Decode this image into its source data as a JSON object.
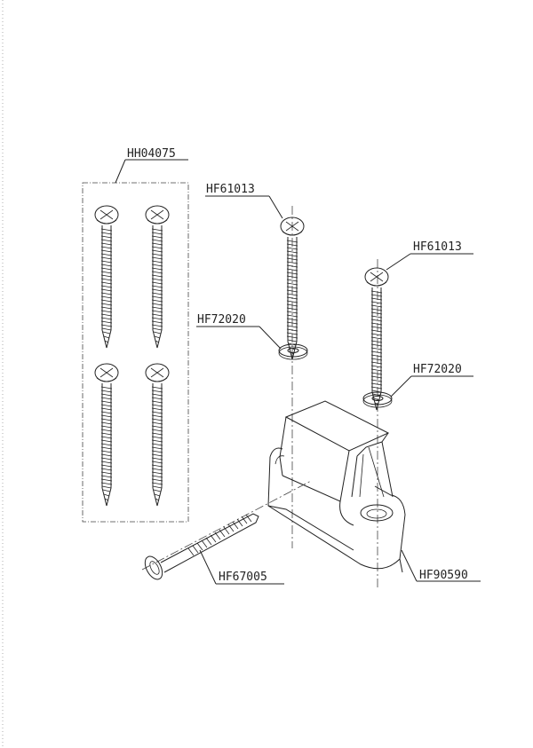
{
  "parts": {
    "screw_set": "HH04075",
    "screw_top_center": "HF61013",
    "washer_center": "HF72020",
    "screw_top_right": "HF61013",
    "washer_right": "HF72020",
    "long_screw": "HF67005",
    "bracket_block": "HF90590"
  },
  "colors": {
    "line": "#222222",
    "background": "#ffffff"
  }
}
